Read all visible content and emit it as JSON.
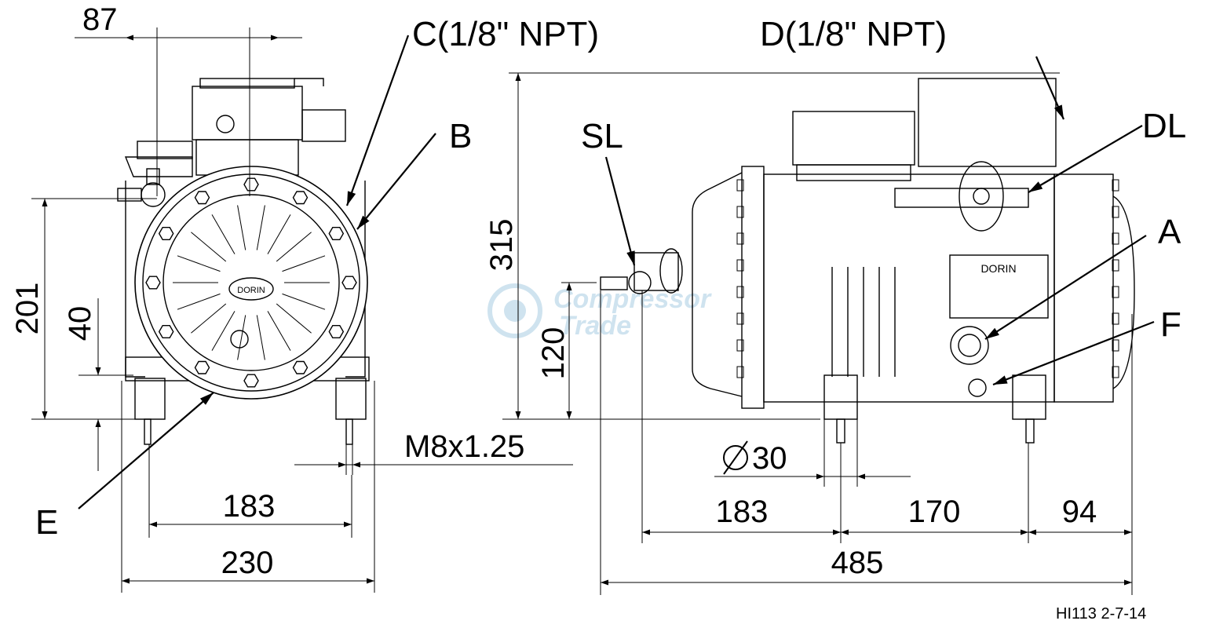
{
  "labels": {
    "C": "C(1/8\" NPT)",
    "D": "D(1/8\" NPT)",
    "B": "B",
    "SL": "SL",
    "DL": "DL",
    "A": "A",
    "F": "F",
    "E": "E"
  },
  "dimensions": {
    "d87": "87",
    "d201": "201",
    "d40": "40",
    "d315": "315",
    "d120": "120",
    "thread": "M8x1.25",
    "dia30": "30",
    "d183_front": "183",
    "d230": "230",
    "d183_side": "183",
    "d170": "170",
    "d94": "94",
    "d485": "485"
  },
  "nameplate": "DORIN",
  "logo": "DORIN",
  "watermark": [
    "Compressor",
    "Trade"
  ],
  "drawing_code": "HI113 2-7-14",
  "colors": {
    "line": "#000000",
    "watermark": "#cfe3ef",
    "background": "#ffffff"
  }
}
